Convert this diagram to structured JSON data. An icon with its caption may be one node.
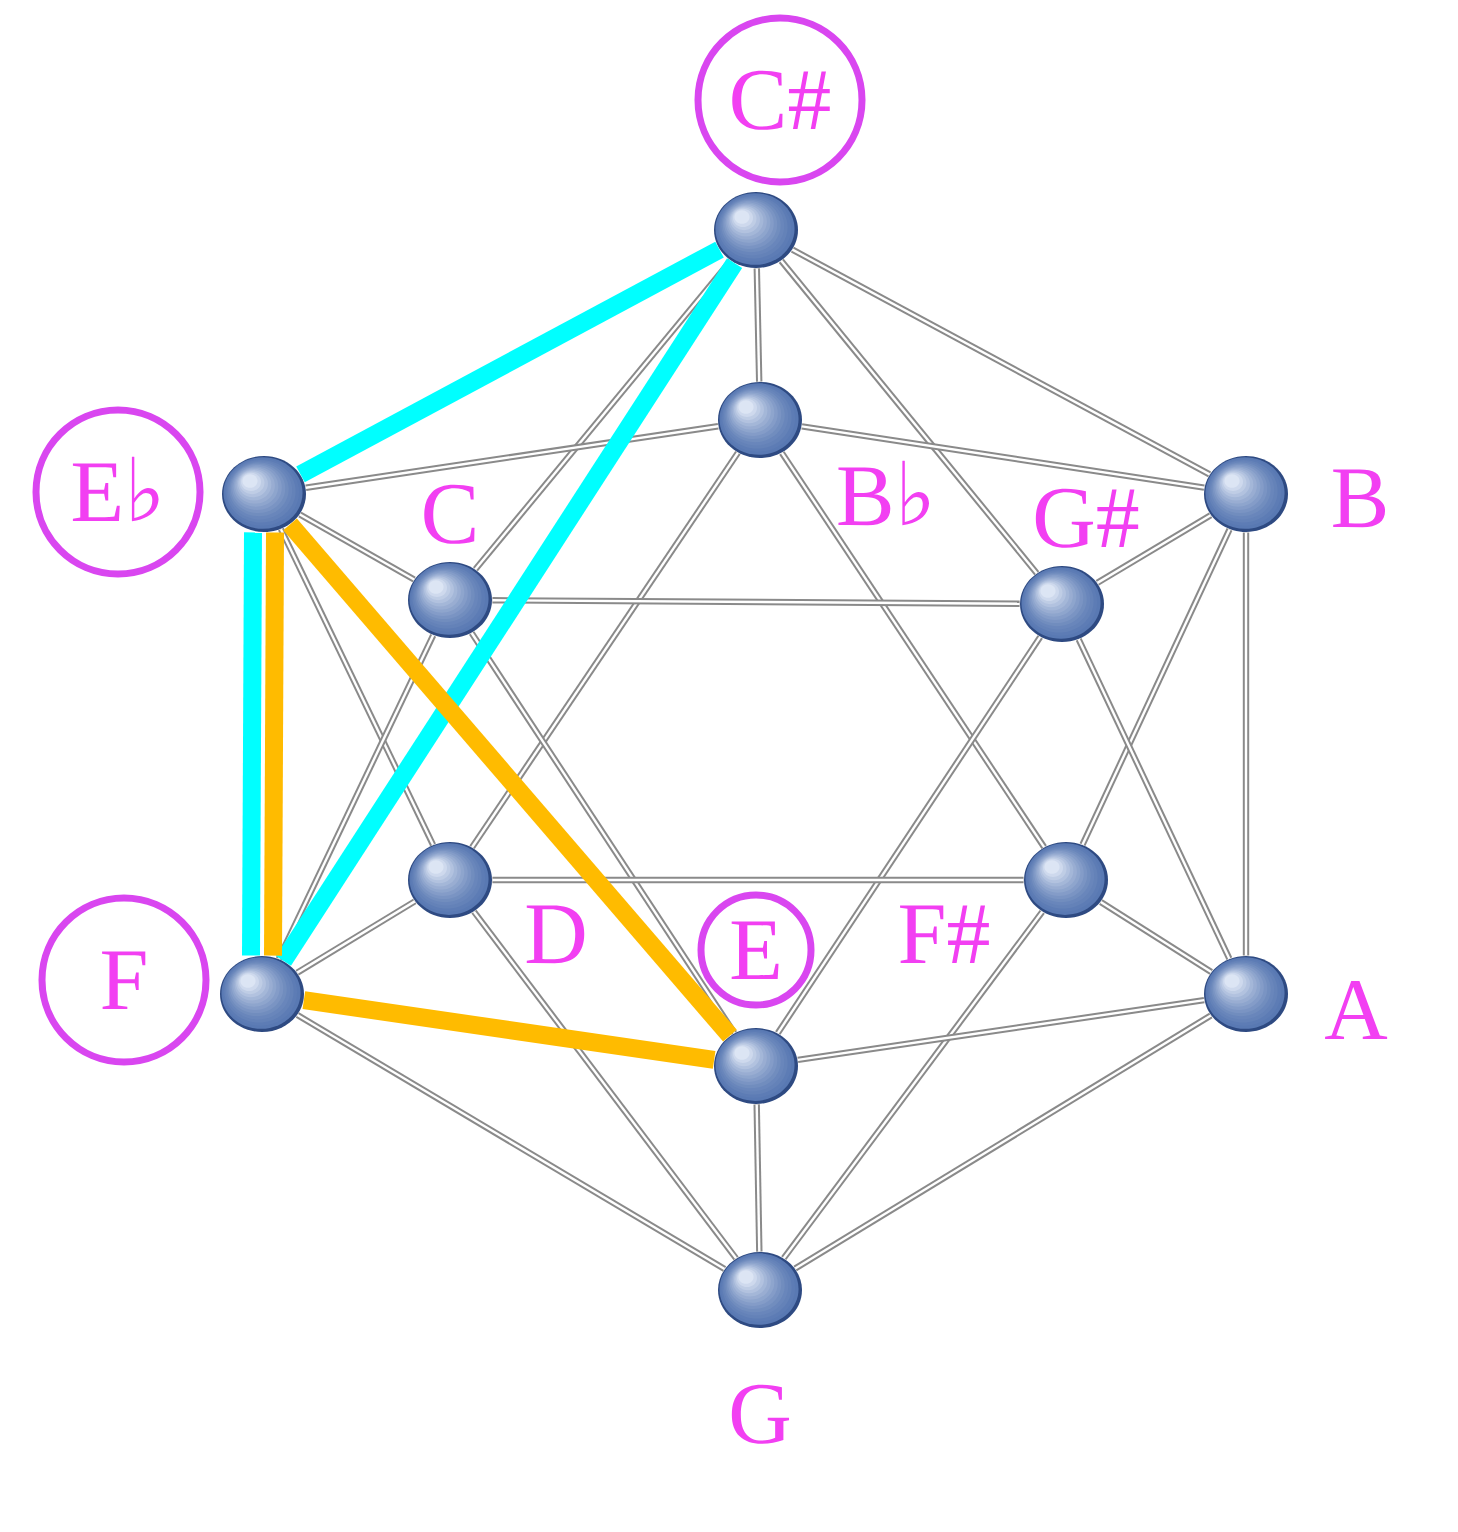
{
  "diagram": {
    "nodes": [
      {
        "text": [
          "C#"
        ]
      },
      {
        "text": [
          "B♭"
        ]
      },
      {
        "text": [
          "E♭"
        ]
      },
      {
        "text": [
          "B"
        ]
      },
      {
        "text": [
          "C"
        ]
      },
      {
        "text": [
          "G#"
        ]
      },
      {
        "text": [
          "D"
        ]
      },
      {
        "text": [
          "F#"
        ]
      },
      {
        "text": [
          "F"
        ]
      },
      {
        "text": [
          "A"
        ]
      },
      {
        "text": [
          "E"
        ]
      },
      {
        "text": [
          "G"
        ]
      }
    ],
    "edges": [
      {
        "from": 0,
        "to": 1,
        "arrow": "none"
      },
      {
        "from": 0,
        "to": 2,
        "arrow": "none",
        "style": "thick",
        "color": "#00ffff"
      },
      {
        "from": 0,
        "to": 3,
        "arrow": "none"
      },
      {
        "from": 0,
        "to": 4,
        "arrow": "none"
      },
      {
        "from": 0,
        "to": 5,
        "arrow": "none"
      },
      {
        "from": 0,
        "to": 8,
        "arrow": "none",
        "style": "thick",
        "color": "#00ffff"
      },
      {
        "from": 1,
        "to": 2,
        "arrow": "none"
      },
      {
        "from": 1,
        "to": 3,
        "arrow": "none"
      },
      {
        "from": 1,
        "to": 6,
        "arrow": "none"
      },
      {
        "from": 1,
        "to": 7,
        "arrow": "none"
      },
      {
        "from": 2,
        "to": 4,
        "arrow": "none"
      },
      {
        "from": 2,
        "to": 6,
        "arrow": "none"
      },
      {
        "from": 2,
        "to": 8,
        "arrow": "none",
        "style": "thick",
        "color": "#00ffff"
      },
      {
        "from": 2,
        "to": 8,
        "arrow": "none",
        "style": "thick",
        "color": "#ffbb00"
      },
      {
        "from": 2,
        "to": 10,
        "arrow": "none",
        "style": "thick",
        "color": "#ffbb00"
      },
      {
        "from": 3,
        "to": 5,
        "arrow": "none"
      },
      {
        "from": 3,
        "to": 7,
        "arrow": "none"
      },
      {
        "from": 3,
        "to": 9,
        "arrow": "none"
      },
      {
        "from": 4,
        "to": 5,
        "arrow": "none"
      },
      {
        "from": 4,
        "to": 8,
        "arrow": "none"
      },
      {
        "from": 4,
        "to": 10,
        "arrow": "none"
      },
      {
        "from": 5,
        "to": 9,
        "arrow": "none"
      },
      {
        "from": 5,
        "to": 10,
        "arrow": "none"
      },
      {
        "from": 6,
        "to": 7,
        "arrow": "none"
      },
      {
        "from": 6,
        "to": 8,
        "arrow": "none"
      },
      {
        "from": 6,
        "to": 11,
        "arrow": "none"
      },
      {
        "from": 7,
        "to": 9,
        "arrow": "none"
      },
      {
        "from": 7,
        "to": 11,
        "arrow": "none"
      },
      {
        "from": 8,
        "to": 10,
        "arrow": "none",
        "style": "thick",
        "color": "#ffbb00"
      },
      {
        "from": 8,
        "to": 11,
        "arrow": "none"
      },
      {
        "from": 9,
        "to": 10,
        "arrow": "none"
      },
      {
        "from": 9,
        "to": 11,
        "arrow": "none"
      },
      {
        "from": 10,
        "to": 11,
        "arrow": "none"
      }
    ]
  }
}
